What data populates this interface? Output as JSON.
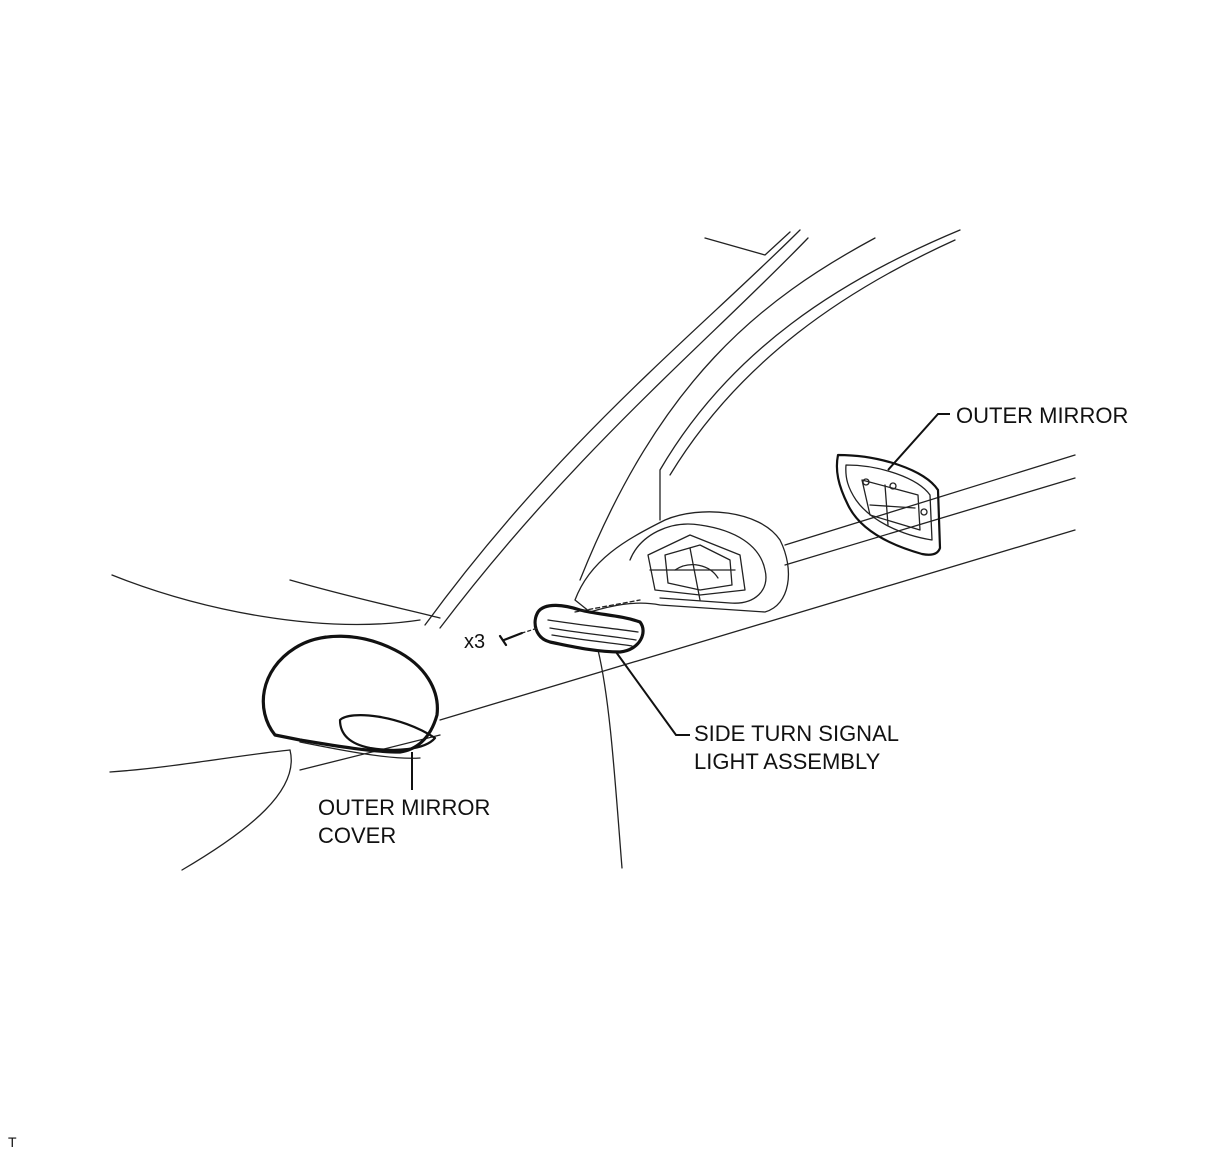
{
  "labels": {
    "outer_mirror": "OUTER MIRROR",
    "side_turn_signal_line1": "SIDE TURN SIGNAL",
    "side_turn_signal_line2": "LIGHT ASSEMBLY",
    "outer_mirror_cover_line1": "OUTER MIRROR",
    "outer_mirror_cover_line2": "COVER",
    "screw_quantity": "x3"
  },
  "corner_mark": "T"
}
